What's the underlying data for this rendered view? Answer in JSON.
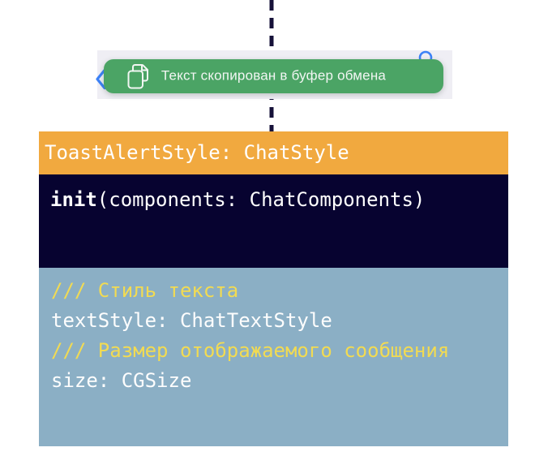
{
  "toast_screenshot": {
    "message": "Текст скопирован в буфер обмена",
    "toast_color": "#4BA465",
    "strip_color": "#EFEEF4",
    "accent_blue": "#3C82F7"
  },
  "connector": {
    "style": "dashed",
    "color": "#161139"
  },
  "card": {
    "header": {
      "title": "ToastAlertStyle: ChatStyle",
      "color": "#F1A93F"
    },
    "init": {
      "keyword": "init",
      "signature": "(components: ChatComponents)",
      "background": "#070330"
    },
    "properties": {
      "background": "#8BAFC5",
      "comment_color": "#F2DB52",
      "code_color": "#FDFDFD",
      "lines": [
        {
          "kind": "comment",
          "text": "/// Стиль текста"
        },
        {
          "kind": "code",
          "text": "textStyle: ChatTextStyle"
        },
        {
          "kind": "comment",
          "text": "/// Размер отображаемого сообщения"
        },
        {
          "kind": "code",
          "text": "size: CGSize"
        }
      ]
    }
  }
}
